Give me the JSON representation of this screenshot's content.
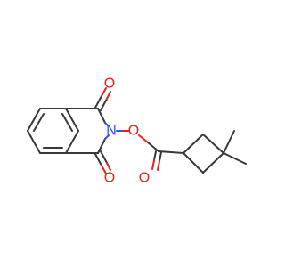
{
  "molecule": {
    "atoms": {
      "o_top": "O",
      "n_center": "N",
      "o_ester": "O",
      "o_bottom": "O",
      "o_carbonyl": "O"
    },
    "colors": {
      "bond": "#383838",
      "oxygen": "#e8211b",
      "nitrogen": "#3050f8",
      "background": "#ffffff"
    }
  }
}
